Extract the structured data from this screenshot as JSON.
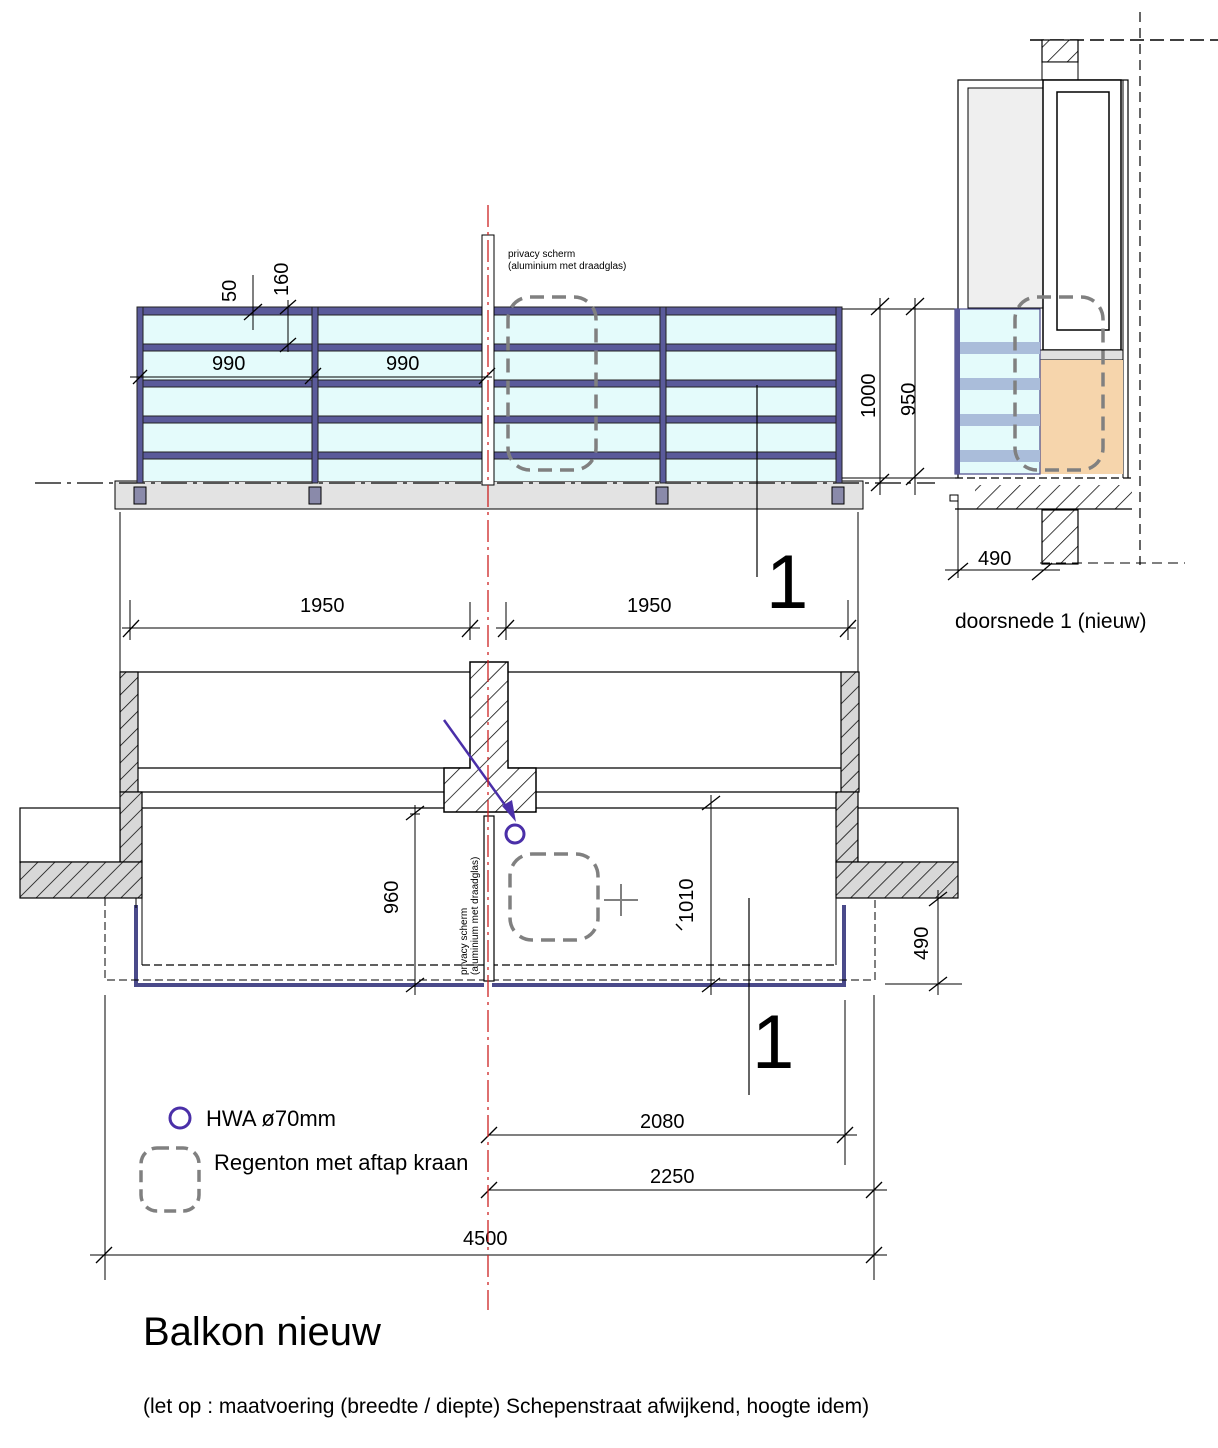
{
  "colors": {
    "glass": "#e4fbfb",
    "frame": "#5a5a9a",
    "axis": "#cc2222",
    "hwa": "#4a2fa8",
    "barrel": "#808080",
    "brick": "#f6d5ac",
    "wall_hatch": "#d6d6d6",
    "slab": "#e3e3e3"
  },
  "icons": {
    "hwa": "circle-outline-icon",
    "regenton": "dashed-rounded-square-icon"
  },
  "elevation": {
    "privacy_label_1": "privacy scherm",
    "privacy_label_2": "(aluminium met draadglas)",
    "dims": {
      "d50": "50",
      "d160": "160",
      "d990_left": "990",
      "d990_right": "990",
      "d1000": "1000",
      "d950": "950"
    },
    "section_marker": "1"
  },
  "section": {
    "dim_490": "490",
    "caption": "doorsnede 1 (nieuw)"
  },
  "plan": {
    "dims": {
      "d1950_left": "1950",
      "d1950_right": "1950",
      "d960": "960",
      "d1010": "1010",
      "d490": "490",
      "d2080": "2080",
      "d2250": "2250",
      "d4500": "4500"
    },
    "privacy_label_1": "privacy scherm",
    "privacy_label_2": "(aluminium met draadglas)",
    "section_marker": "1"
  },
  "legend": {
    "hwa_label": "HWA ø70mm",
    "regenton_label": "Regenton met aftap kraan"
  },
  "title": "Balkon nieuw",
  "note": "(let op : maatvoering (breedte / diepte) Schepenstraat afwijkend, hoogte idem)"
}
